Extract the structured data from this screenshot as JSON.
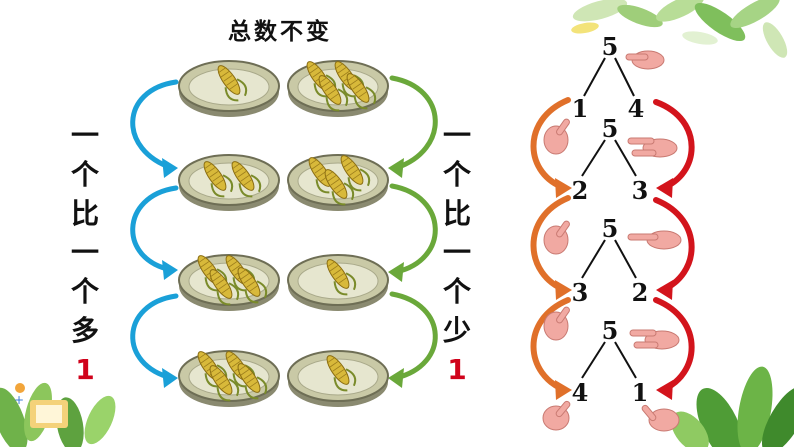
{
  "title": "总数不变",
  "left_label": [
    "一",
    "个",
    "比",
    "一",
    "个",
    "多",
    "1"
  ],
  "right_label": [
    "一",
    "个",
    "比",
    "一",
    "个",
    "少",
    "1"
  ],
  "plates": {
    "left_counts": [
      1,
      2,
      4,
      4
    ],
    "right_counts": [
      4,
      3,
      1,
      1
    ]
  },
  "trees": [
    {
      "top": "5",
      "left": "1",
      "right": "4"
    },
    {
      "top": "5",
      "left": "2",
      "right": "3"
    },
    {
      "top": "5",
      "left": "3",
      "right": "2"
    },
    {
      "top": "5",
      "left": "4",
      "right": "1"
    }
  ],
  "colors": {
    "blue_arrow": "#1aa0d8",
    "green_arrow": "#6aa83a",
    "orange_arrow": "#e0702a",
    "red_arrow": "#d3141c",
    "highlight_number": "#d0021b"
  }
}
